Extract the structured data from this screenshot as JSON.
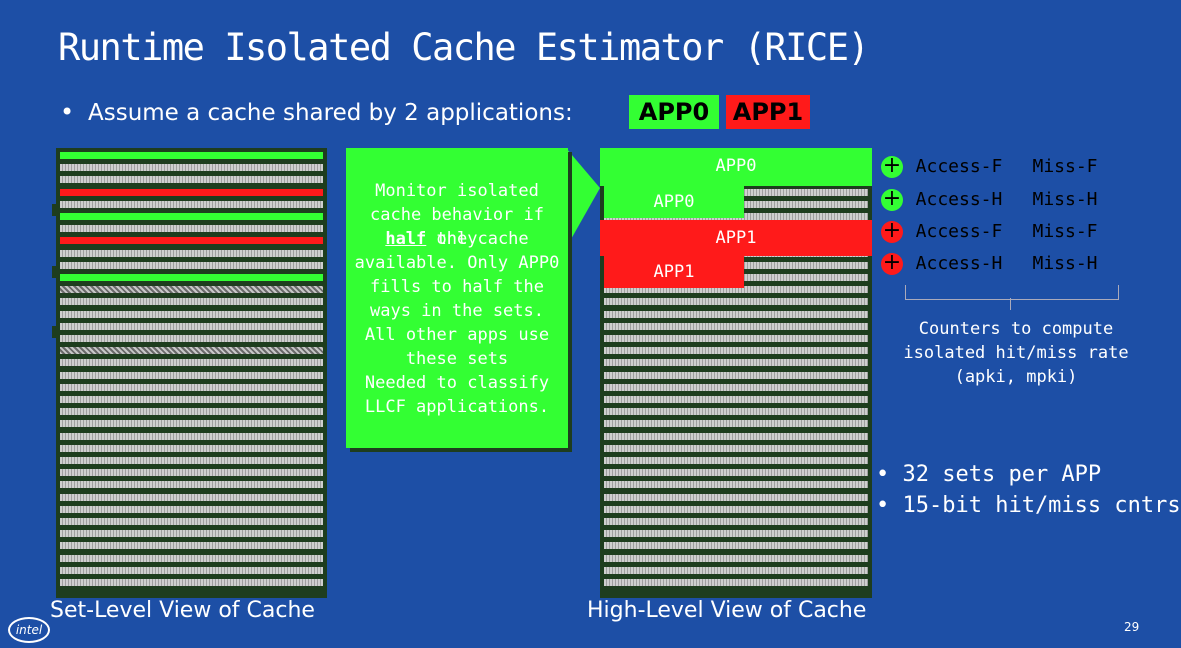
{
  "slide": {
    "title": "Runtime Isolated Cache Estimator (RICE)",
    "bullet_symbol": "•",
    "assume_text": "Assume a cache shared by 2 applications:",
    "tag_app0": "APP0",
    "tag_app1": "APP1"
  },
  "callout": {
    "line1": "Monitor isolated cache behavior if only",
    "underlined": "half",
    "line2": "the cache available. Only APP0 fills to half the ways in the sets. All other apps use these sets",
    "line3": "Needed to classify LLCF applications."
  },
  "high_level": {
    "block_app0_full": "APP0",
    "block_app0_half": "APP0",
    "block_app1_full": "APP1",
    "block_app1_half": "APP1"
  },
  "counters": {
    "plus": "+",
    "rows": [
      {
        "access": "Access-F",
        "miss": "Miss-F",
        "color": "#33ff33"
      },
      {
        "access": "Access-H",
        "miss": "Miss-H",
        "color": "#33ff33"
      },
      {
        "access": "Access-F",
        "miss": "Miss-F",
        "color": "#ff1a1a"
      },
      {
        "access": "Access-H",
        "miss": "Miss-H",
        "color": "#ff1a1a"
      }
    ],
    "note": "Counters to compute isolated hit/miss rate (apki, mpki)"
  },
  "notes": {
    "b1": "• 32 sets per APP",
    "b2": "• 15-bit hit/miss cntrs"
  },
  "captions": {
    "set_level": "Set-Level View of Cache",
    "high_level": "High-Level View of Cache"
  },
  "footer": {
    "logo": "intel",
    "page": "29"
  },
  "colors": {
    "background": "#1d4fa6",
    "app0": "#33ff33",
    "app1": "#ff1a1a"
  }
}
